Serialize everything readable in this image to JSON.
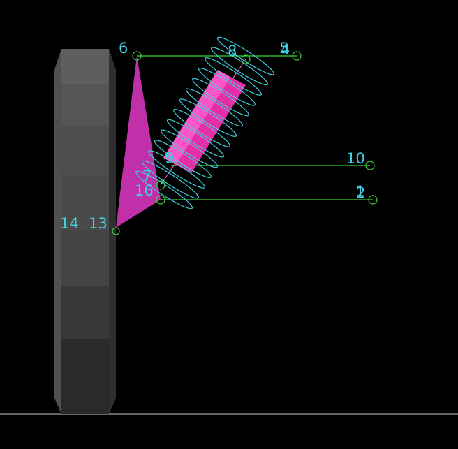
{
  "viewer": {
    "background": "#000000",
    "colors": {
      "joint": "#3ad33a",
      "label": "#3fd0e0",
      "spring_body": "#ff40c0",
      "triangle": "#c030a8",
      "tire": "#555555",
      "ground": "#cccccc"
    }
  },
  "labels": {
    "n1": "6",
    "n2": "8",
    "n3": "5",
    "n4": "4",
    "n5": "9",
    "n6": "10",
    "n7": "7",
    "n8": "16",
    "n9": "1",
    "n10": "2",
    "n11": "14",
    "n12": "13"
  },
  "icons": {
    "joint_marker": "circle-icon"
  }
}
